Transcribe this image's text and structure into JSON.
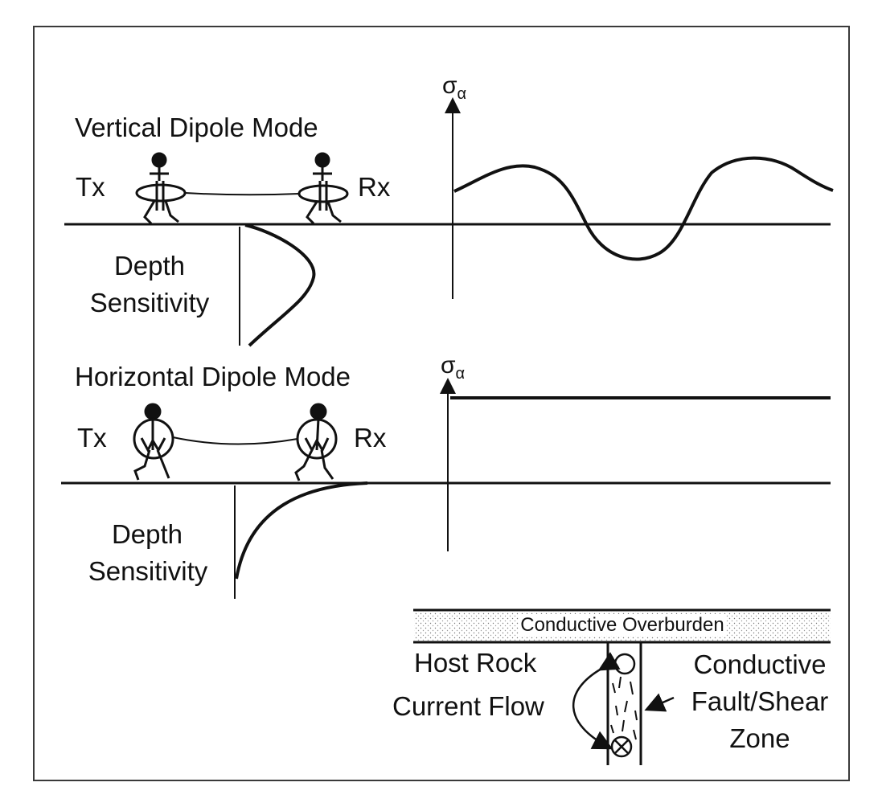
{
  "vertical": {
    "title": "Vertical Dipole Mode",
    "tx_label": "Tx",
    "rx_label": "Rx",
    "depth_label_line1": "Depth",
    "depth_label_line2": "Sensitivity",
    "axis_symbol": "σ",
    "axis_subscript": "α"
  },
  "horizontal": {
    "title": "Horizontal Dipole Mode",
    "tx_label": "Tx",
    "rx_label": "Rx",
    "depth_label_line1": "Depth",
    "depth_label_line2": "Sensitivity",
    "axis_symbol": "σ",
    "axis_subscript": "α"
  },
  "geology": {
    "overburden": "Conductive Overburden",
    "host_rock": "Host Rock",
    "current_flow": "Current Flow",
    "fault_line1": "Conductive",
    "fault_line2": "Fault/Shear",
    "fault_line3": "Zone"
  }
}
